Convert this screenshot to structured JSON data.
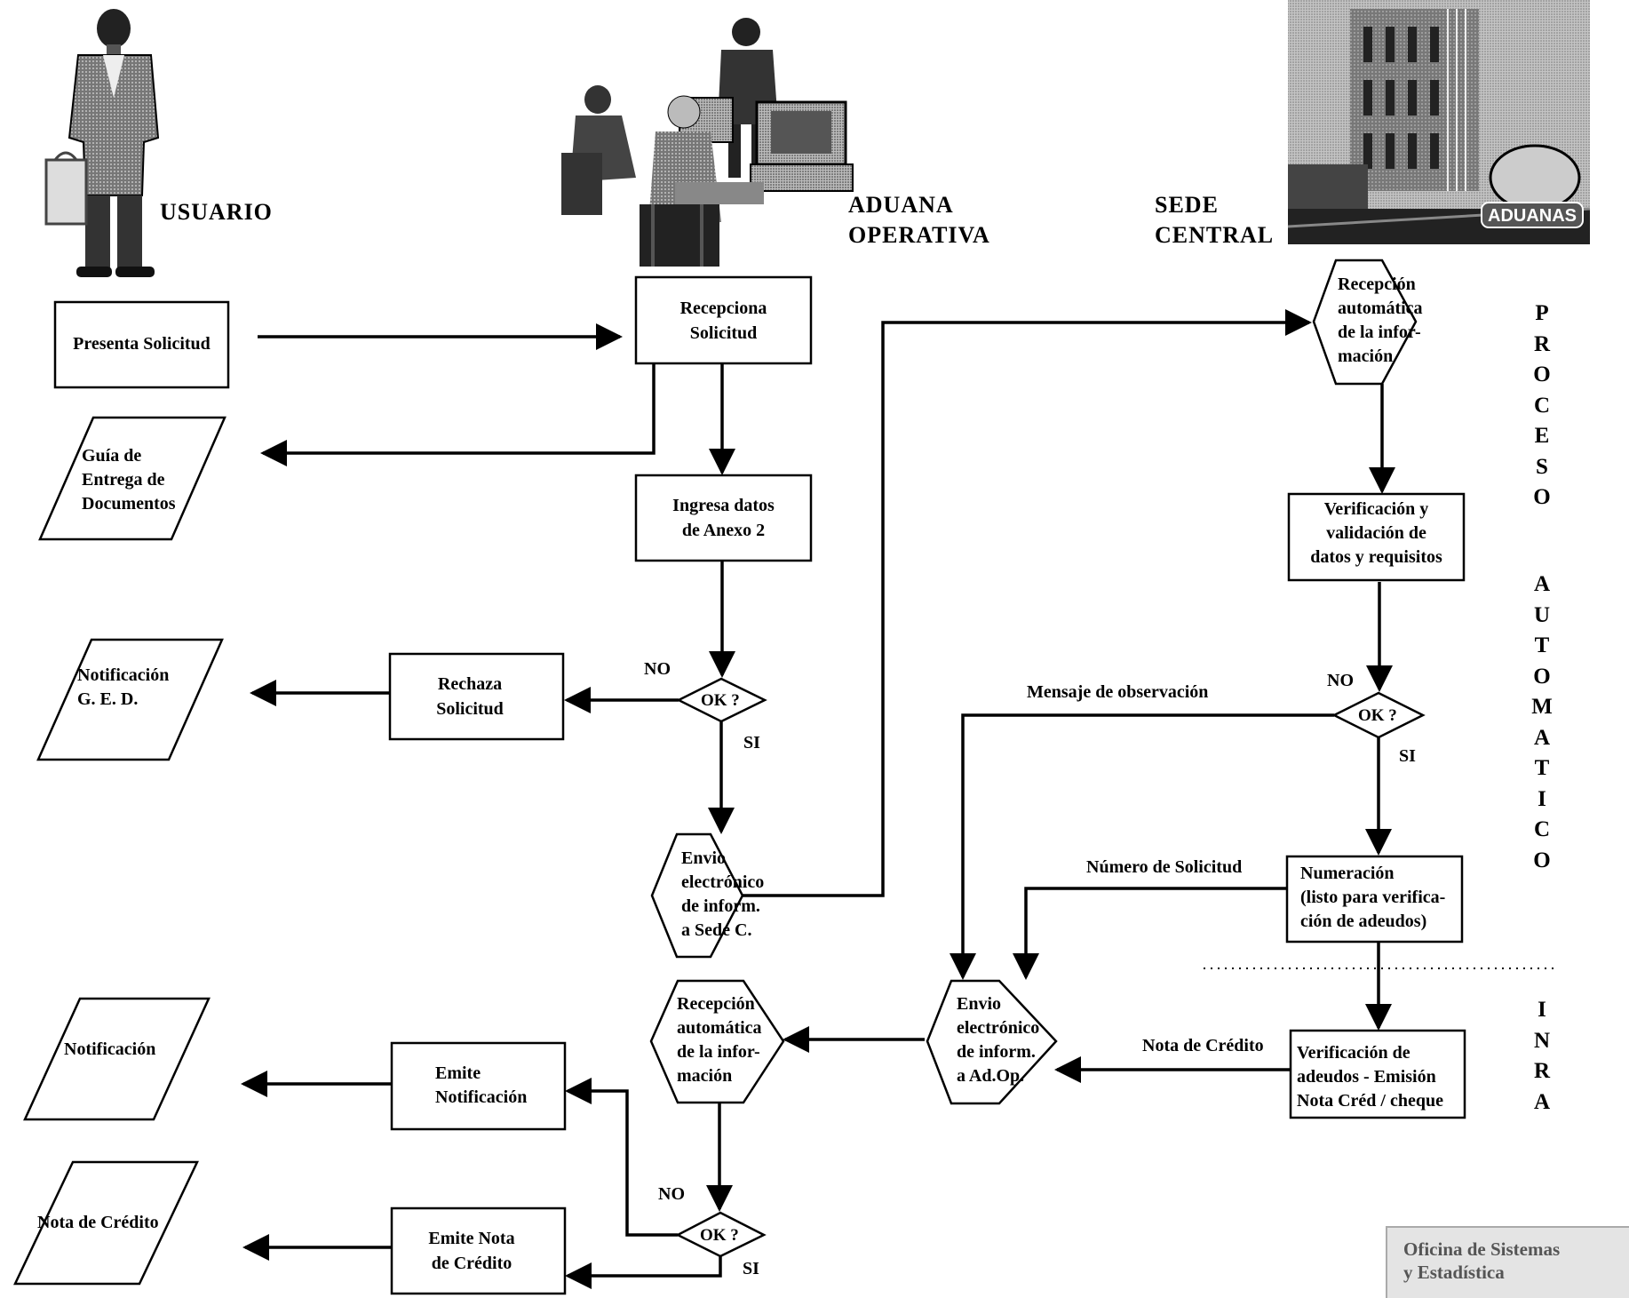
{
  "actors": {
    "usuario": "USUARIO",
    "aduana_line1": "ADUANA",
    "aduana_line2": "OPERATIVA",
    "sede_line1": "SEDE",
    "sede_line2": "CENTRAL"
  },
  "process": {
    "presenta": "Presenta Solicitud",
    "recepciona_1": "Recepciona",
    "recepciona_2": "Solicitud",
    "guia_1": "Guía de",
    "guia_2": "Entrega de",
    "guia_3": "Documentos",
    "ingresa_1": "Ingresa datos",
    "ingresa_2": "de Anexo 2",
    "notif_ged_1": "Notificación",
    "notif_ged_2": "G. E. D.",
    "rechaza_1": "Rechaza",
    "rechaza_2": "Solicitud",
    "ok1": "OK ?",
    "no1": "NO",
    "si1": "SI",
    "envio_sede_1": "Envio",
    "envio_sede_2": "electrónico",
    "envio_sede_3": "de inform.",
    "envio_sede_4": "a Sede C.",
    "recep_central_1": "Recepción",
    "recep_central_2": "automática",
    "recep_central_3": "de la infor-",
    "recep_central_4": "mación",
    "verif_1": "Verificación y",
    "verif_2": "validación de",
    "verif_3": "datos y requisitos",
    "ok2": "OK ?",
    "no2": "NO",
    "si2": "SI",
    "mensaje_obs": "Mensaje de observación",
    "numero_sol": "Número de Solicitud",
    "numeracion_1": "Numeración",
    "numeracion_2": "(listo para verifica-",
    "numeracion_3": "ción de adeudos)",
    "verif_adeudos_1": "Verificación de",
    "verif_adeudos_2": "adeudos - Emisión",
    "verif_adeudos_3": "Nota Créd / cheque",
    "nota_credito_label": "Nota de Crédito",
    "envio_adop_1": "Envio",
    "envio_adop_2": "electrónico",
    "envio_adop_3": "de inform.",
    "envio_adop_4": "a Ad.Op.",
    "recep_aduana_1": "Recepción",
    "recep_aduana_2": "automática",
    "recep_aduana_3": "de la infor-",
    "recep_aduana_4": "mación",
    "notificacion": "Notificación",
    "emite_notif_1": "Emite",
    "emite_notif_2": "Notificación",
    "ok3": "OK ?",
    "no3": "NO",
    "si3": "SI",
    "nota_credito_doc": "Nota de Crédito",
    "emite_nota_1": "Emite Nota",
    "emite_nota_2": "de Crédito"
  },
  "sidebar": {
    "proceso": [
      "P",
      "R",
      "O",
      "C",
      "E",
      "S",
      "O"
    ],
    "automatico": [
      "A",
      "U",
      "T",
      "O",
      "M",
      "A",
      "T",
      "I",
      "C",
      "O"
    ],
    "inra": [
      "I",
      "N",
      "R",
      "A"
    ]
  },
  "footer": {
    "line1": "Oficina de Sistemas",
    "line2": "y Estadística"
  },
  "images": {
    "building_sign": "ADUANAS"
  }
}
